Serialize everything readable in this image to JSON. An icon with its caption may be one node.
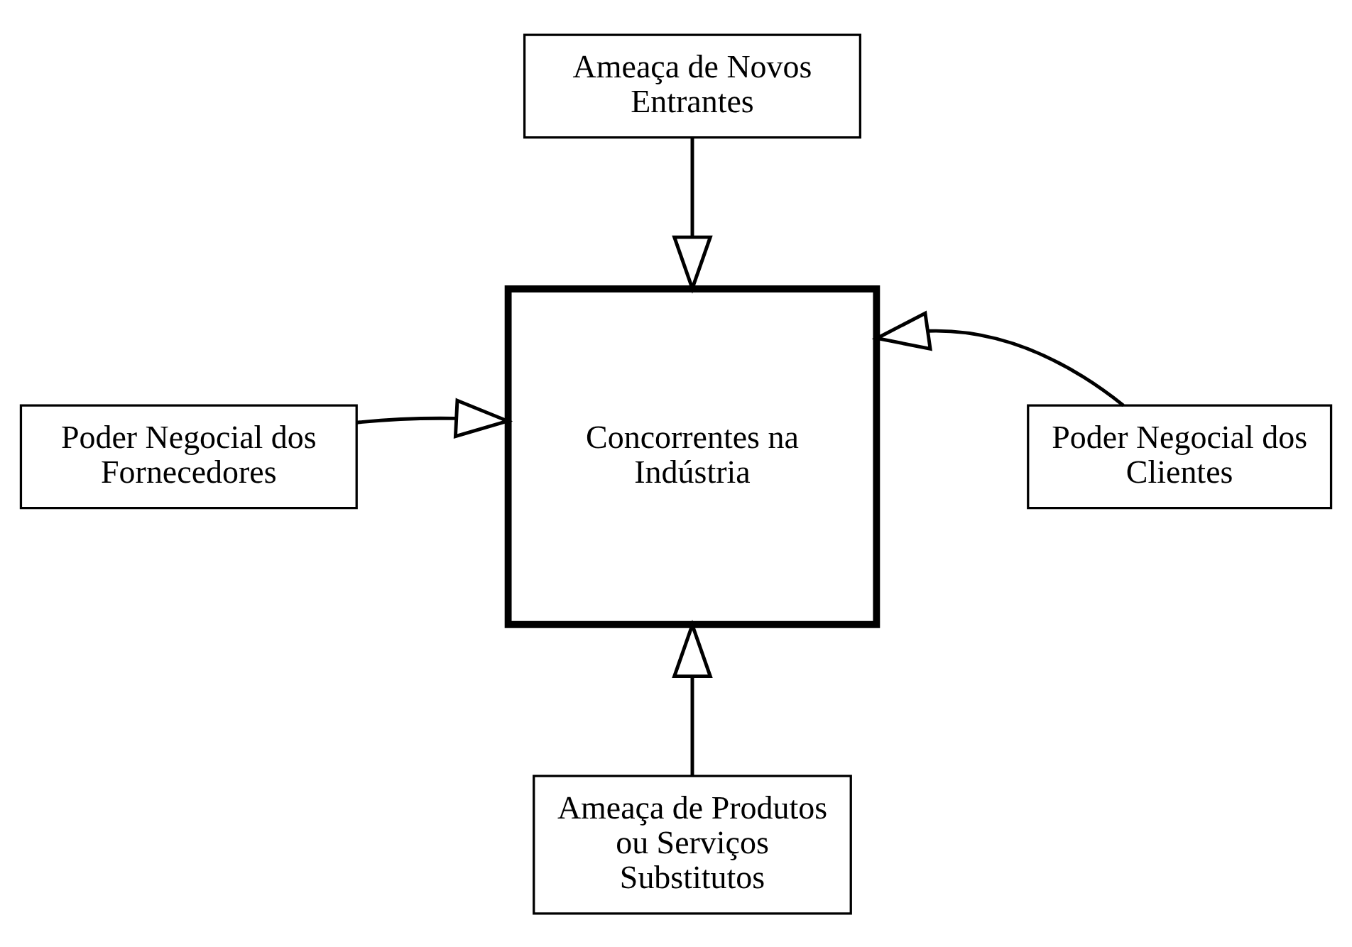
{
  "diagram": {
    "nodes": [
      {
        "text": [
          "Ameaça de Novos Entrantes"
        ]
      },
      {
        "text": [
          "Poder Negocial dos Fornecedores"
        ]
      },
      {
        "text": [
          "Concorrentes na Indústria"
        ]
      },
      {
        "text": [
          "Poder Negocial dos Clientes"
        ]
      },
      {
        "text": [
          "Ameaça de Produtos ou Serviços Substitutos"
        ]
      }
    ],
    "edges": [
      {
        "from": 0,
        "to": 2,
        "arrow": "to"
      },
      {
        "from": 1,
        "to": 2,
        "arrow": "to"
      },
      {
        "from": 3,
        "to": 2,
        "arrow": "to"
      },
      {
        "from": 4,
        "to": 2,
        "arrow": "to"
      }
    ]
  }
}
